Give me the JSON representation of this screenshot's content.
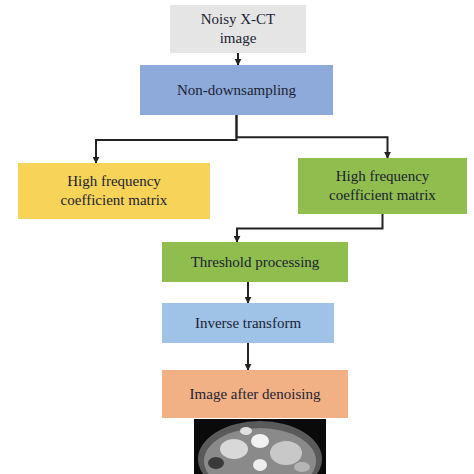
{
  "diagram": {
    "nodes": [
      {
        "text": [
          "Noisy X-CT image"
        ]
      },
      {
        "text": [
          "Non-downsampling"
        ]
      },
      {
        "text": [
          "High frequency coefficient matrix"
        ]
      },
      {
        "text": [
          "High frequency coefficient matrix"
        ]
      },
      {
        "text": [
          "Threshold processing"
        ]
      },
      {
        "text": [
          "Inverse transform"
        ]
      },
      {
        "text": [
          "Image after denoising"
        ]
      }
    ],
    "edges": [
      {
        "from": 0,
        "to": 1,
        "arrow": "to"
      },
      {
        "from": 1,
        "to": 2,
        "arrow": "to"
      },
      {
        "from": 1,
        "to": 3,
        "arrow": "to"
      },
      {
        "from": 3,
        "to": 4,
        "arrow": "to"
      },
      {
        "from": 4,
        "to": 5,
        "arrow": "to"
      },
      {
        "from": 5,
        "to": 6,
        "arrow": "to"
      }
    ]
  }
}
